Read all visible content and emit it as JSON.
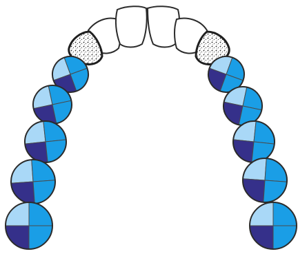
{
  "colors": {
    "background": "#ffffff",
    "outline": "#4a4a4a",
    "outline_dark": "#2b2b2b",
    "light_blue": "#a9d8f7",
    "medium_blue": "#1a9ee6",
    "dark_blue": "#35308a",
    "tooth_white": "#ffffff"
  },
  "incisors": {
    "left": [
      {
        "id": "left-central-incisor"
      },
      {
        "id": "left-lateral-incisor"
      }
    ],
    "right": [
      {
        "id": "right-central-incisor"
      },
      {
        "id": "right-lateral-incisor"
      }
    ]
  },
  "canines": {
    "left": {
      "id": "left-canine"
    },
    "right": {
      "id": "right-canine"
    }
  },
  "molars": {
    "quadrant_pattern": [
      "light_blue",
      "medium_blue",
      "dark_blue",
      "medium_blue"
    ],
    "left": [
      {
        "id": "left-first-premolar"
      },
      {
        "id": "left-second-premolar"
      },
      {
        "id": "left-first-molar"
      },
      {
        "id": "left-second-molar"
      },
      {
        "id": "left-third-molar"
      }
    ],
    "right": [
      {
        "id": "right-first-premolar"
      },
      {
        "id": "right-second-premolar"
      },
      {
        "id": "right-first-molar"
      },
      {
        "id": "right-second-molar"
      },
      {
        "id": "right-third-molar"
      }
    ]
  }
}
